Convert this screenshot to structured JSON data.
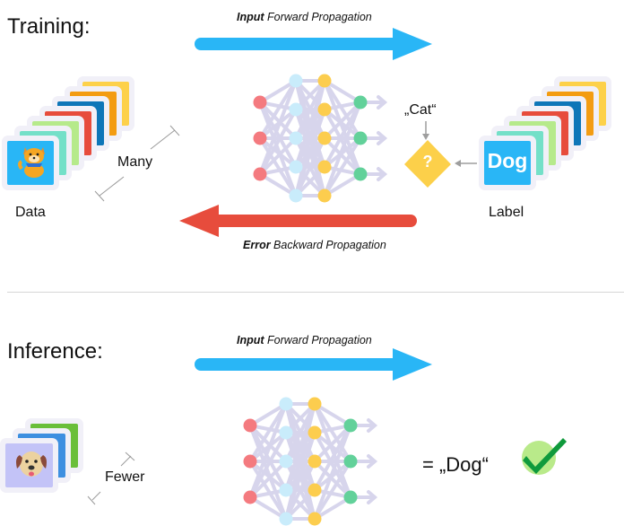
{
  "training": {
    "title": "Training:",
    "forward_caption_bold": "Input",
    "forward_caption_rest": " Forward Propagation",
    "backward_caption_bold": "Error",
    "backward_caption_rest": " Backward Propagation",
    "data_label": "Data",
    "quantity_label": "Many",
    "label_label": "Label",
    "prediction": "„Cat“",
    "compare_symbol": "?",
    "label_card_text": "Dog",
    "data_stack_colors": [
      "#fdd14a",
      "#f39c12",
      "#0e76b8",
      "#e74c3c",
      "#b6ea8b",
      "#74e0c8",
      "#29b6f6"
    ],
    "label_stack_colors": [
      "#fdd14a",
      "#f39c12",
      "#0e76b8",
      "#e74c3c",
      "#b6ea8b",
      "#74e0c8",
      "#29b6f6"
    ],
    "data_image_icon": "shiba-dog-emoji",
    "compare_icon": "question-diamond"
  },
  "inference": {
    "title": "Inference:",
    "forward_caption_bold": "Input",
    "forward_caption_rest": " Forward Propagation",
    "quantity_label": "Fewer",
    "result": "= „Dog“",
    "data_stack_colors": [
      "#6abf3a",
      "#3d8fe0",
      "#c3c3f7"
    ],
    "data_image_icon": "dog-face-emoji",
    "result_icon": "check-mark-icon"
  },
  "colors": {
    "forward_arrow": "#29b6f6",
    "backward_arrow": "#e74c3c",
    "network_edges": "#d7d5ec",
    "input_node": "#f47a7f",
    "hidden1_node": "#c9ecfb",
    "hidden2_node": "#fccd4e",
    "output_node": "#62d19a",
    "diamond": "#fcd04a",
    "check_fill": "#0f9a3c",
    "check_bg": "#b9ea8a"
  },
  "network": {
    "layers": [
      {
        "name": "input",
        "nodes": 3
      },
      {
        "name": "hidden-1",
        "nodes": 5
      },
      {
        "name": "hidden-2",
        "nodes": 5
      },
      {
        "name": "output",
        "nodes": 3
      }
    ]
  }
}
